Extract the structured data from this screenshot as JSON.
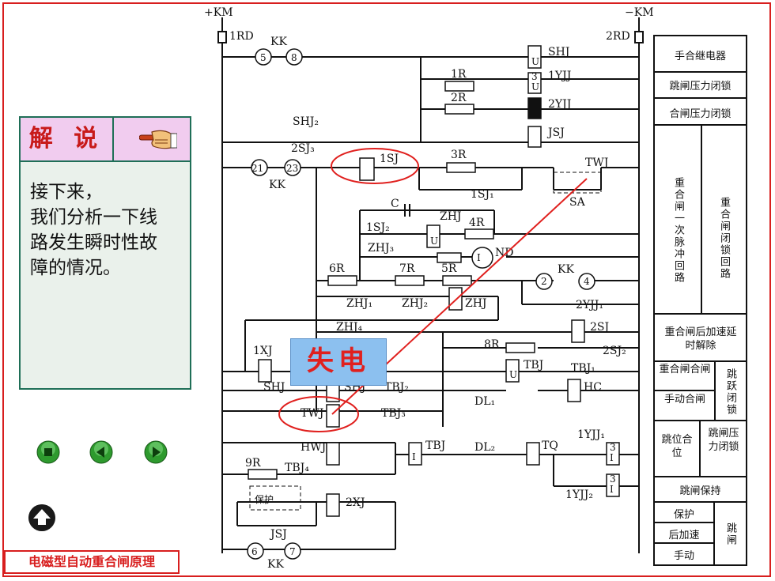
{
  "footer_title": "电磁型自动重合闸原理",
  "panel": {
    "title": "解 说",
    "lines": [
      "接下来，",
      "我们分析一下线",
      "路发生瞬时性故",
      "障的情况。"
    ]
  },
  "highlight": "失电",
  "labels": {
    "plus_km": "+KM",
    "minus_km": "−KM",
    "rd1": "1RD",
    "rd2": "2RD",
    "kk": "KK",
    "n5": "5",
    "n8": "8",
    "n21": "21",
    "n23": "23",
    "n2": "2",
    "n4": "4",
    "n6": "6",
    "n7": "7",
    "shj": "SHJ",
    "yjj1": "1YJJ",
    "yjj2": "2YJJ",
    "jsj": "JSJ",
    "r1": "1R",
    "r2": "2R",
    "shj2": "SHJ₂",
    "sj3": "2SJ₃",
    "sj1": "1SJ",
    "r3": "3R",
    "sj1_1": "1SJ₁",
    "twj": "TWJ",
    "sa": "SA",
    "c": "C",
    "sj1_2": "1SJ₂",
    "zhj": "ZHJ",
    "r4": "4R",
    "zhj3": "ZHJ₃",
    "r5": "5R",
    "nd": "ND",
    "r6": "6R",
    "r7": "7R",
    "zhj1": "ZHJ₁",
    "zhj2": "ZHJ₂",
    "zhj_coil": "ZHJ",
    "yjj1_1": "2YJJ₁",
    "zhj4": "ZHJ₄",
    "sj2": "2SJ",
    "r8": "8R",
    "sj2_2": "2SJ₂",
    "xj1": "1XJ",
    "tbj": "TBJ",
    "tbj1": "TBJ₁",
    "tbj2": "TBJ₂",
    "shj_c": "SHJ",
    "shj_b": "SHJ",
    "hc": "HC",
    "dl1": "DL₁",
    "twj_coil": "TWJ",
    "tbj3": "TBJ₃",
    "hwj": "HWJ",
    "tbj_b": "TBJ",
    "dl2": "DL₂",
    "tq": "TQ",
    "yjj1_b": "1YJJ₁",
    "r9": "9R",
    "tbj4": "TBJ₄",
    "baohu": "保护",
    "xj2": "2XJ",
    "jsj_b": "JSJ",
    "yjj2_b": "1YJJ₂",
    "u": "U",
    "i": "I",
    "d3": "3"
  },
  "legend": {
    "r1": "手合继电器",
    "r2": "跳闸压力闭锁",
    "r3": "合闸压力闭锁",
    "r4a": "重合闸一次脉冲回路",
    "r4b": "重合闸闭锁回路",
    "r5": "重合闸后加速延时解除",
    "r6a": "重合闸合闸",
    "r6b": "手动合闸",
    "r6c": "跳跃闭锁",
    "r7a": "跳位合位",
    "r7b": "跳闸压力闭锁",
    "r8": "跳闸保持",
    "r9a": "保护",
    "r9b": "后加速",
    "r9c": "手动",
    "r9d": "跳闸"
  },
  "colors": {
    "frame": "#d81e1e",
    "panel_border": "#1f6f57",
    "panel_head": "#f1ccef",
    "highlight_bg": "#8cc0ef",
    "highlight_text": "#e0201e",
    "annotation": "#e0201e"
  },
  "icons": [
    "pointing-hand-icon",
    "stop-button-icon",
    "prev-button-icon",
    "next-button-icon",
    "home-up-icon"
  ]
}
